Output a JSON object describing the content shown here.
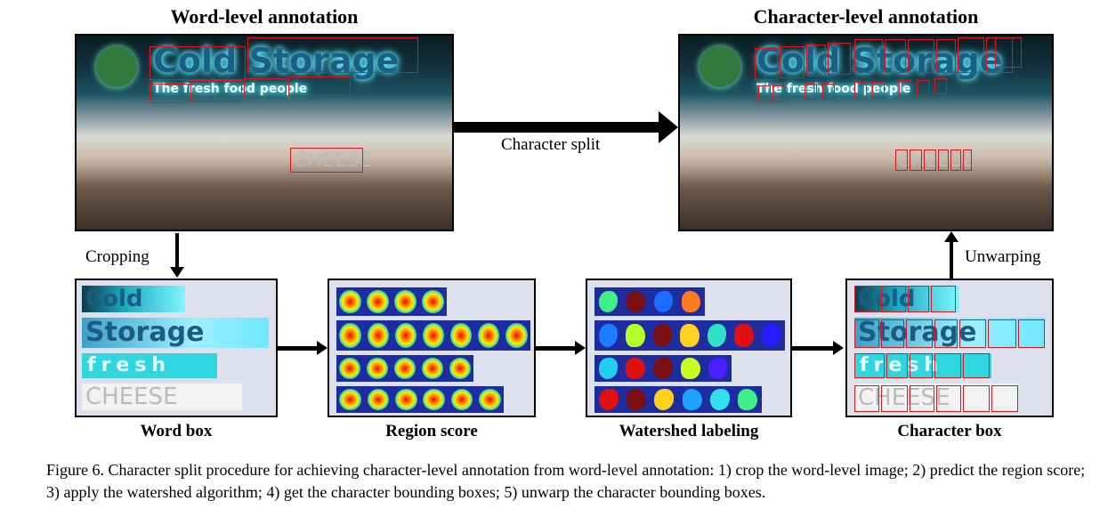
{
  "titles": {
    "word_level": "Word-level annotation",
    "char_level": "Character-level annotation"
  },
  "arrows": {
    "character_split": "Character split",
    "cropping": "Cropping",
    "unwarping": "Unwarping"
  },
  "panels": {
    "word_box": "Word box",
    "region_score": "Region score",
    "watershed": "Watershed labeling",
    "character_box": "Character box"
  },
  "sign": {
    "line1": "Cold Storage",
    "line2": "The fresh food people",
    "cheese": "CHEESE"
  },
  "word_crops": [
    "Cold",
    "Storage",
    "fresh",
    "CHEESE"
  ],
  "caption": "Figure 6. Character split procedure for achieving character-level annotation from word-level annotation: 1) crop the word-level image; 2) predict the region score; 3) apply the watershed algorithm; 4) get the character bounding boxes; 5) unwarp the character bounding boxes.",
  "colors": {
    "box": "#e0161c",
    "heatmap_bg": "#1d2d9f",
    "panel_bg": "#dde1ee"
  }
}
